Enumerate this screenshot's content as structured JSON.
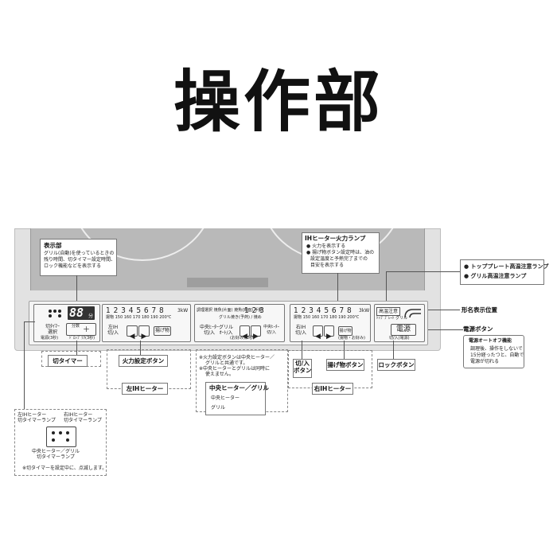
{
  "title": "操作部",
  "callouts": {
    "display": {
      "title": "表示部",
      "lines": [
        "グリル(自動)を使っているときの",
        "残り時間、切タイマー設定時間、",
        "ロック機能などを表示する"
      ]
    },
    "ih_lamp": {
      "title": "IHヒーター火力ランプ",
      "lines": [
        "● 火力を表示する",
        "● 揚げ物ボタン設定時は、油の",
        "設定温度と予熱完了までの",
        "目安を表示する"
      ]
    },
    "top_plate_lamp": "● トッププレート高温注意ランプ",
    "grill_lamp": "● グリル高温注意ランプ",
    "model_label": "形名表示位置",
    "power_button": {
      "title": "電源ボタン",
      "sub_title": "電源オートオフ機能",
      "lines": [
        "調理後、操作をしないで",
        "15分経ったつと、自動で",
        "電源が切れる"
      ]
    },
    "off_timer": "切タイマー",
    "heat_set_button": "火力設定ボタン",
    "left_ih_heater": "左IHヒーター",
    "center_note": [
      "※火力設定ボタンは中央ヒーター／",
      "グリルと共通です。",
      "※中央ヒーターとグリルは同時に",
      "使えません。"
    ],
    "center_group": {
      "title": "中央ヒーター／グリル",
      "items": [
        "中央ヒーター",
        "グリル"
      ]
    },
    "on_off": [
      "切/入",
      "ボタン"
    ],
    "fry_button": "揚げ物ボタン",
    "lock_button": "ロックボタン",
    "right_ih_heater": "右IHヒーター",
    "timer_lamps": {
      "left": [
        "左IHヒーター",
        "切タイマーランプ"
      ],
      "right": [
        "右IHヒーター",
        "切タイマーランプ"
      ],
      "center": [
        "中央ヒーター／グリル",
        "切タイマーランプ"
      ],
      "note": "※切タイマーを設定中に、点滅します。"
    }
  },
  "panel": {
    "display_digits": "88",
    "display_unit": "分",
    "timer_label": [
      "切ﾀｲﾏｰ",
      "選択"
    ],
    "timer_sub": "電源(3秒)",
    "timer_btn_label": "分数",
    "plus": "＋",
    "timer_sub2": "ﾄﾞﾛｯﾌﾟﾗｸ(3秒)",
    "left_levels": "1 2 3 4 5 6 7 8",
    "left_unit": "3kW",
    "left_temps": "揚物 150 160 170 180 190 200℃",
    "left_btn": [
      "左IH",
      "切/入"
    ],
    "fry_small": "揚げ物",
    "center_top": "調理選択 焼魚(片面) 焼魚(両面) 手動",
    "center_levels": "1 2 3",
    "center_sub": "グリル焼き(予熱) / 焼め",
    "center_btn1": [
      "中央ﾋｰﾀｰ",
      "切/入"
    ],
    "center_btn2": [
      "グリル",
      "ｵｰﾄ/入"
    ],
    "center_btn3": [
      "中央ﾋｰﾀｰ",
      "切/入"
    ],
    "center_small": "(お好み)(3秒)",
    "right_levels": "1 2 3 4 5 6 7 8",
    "right_unit": "3kW",
    "right_temps": "揚物 150 160 170 180 190 200℃",
    "right_btn": [
      "右IH",
      "切/入"
    ],
    "right_small": "(揚物・お好み)",
    "right_fry": "揚げ物",
    "warn": "高温注意",
    "warn_sub": "ﾄｯﾌﾟﾌﾟﾚｰﾄ グリル",
    "power_label": "電源",
    "power_sub": "切/入(電源)"
  }
}
